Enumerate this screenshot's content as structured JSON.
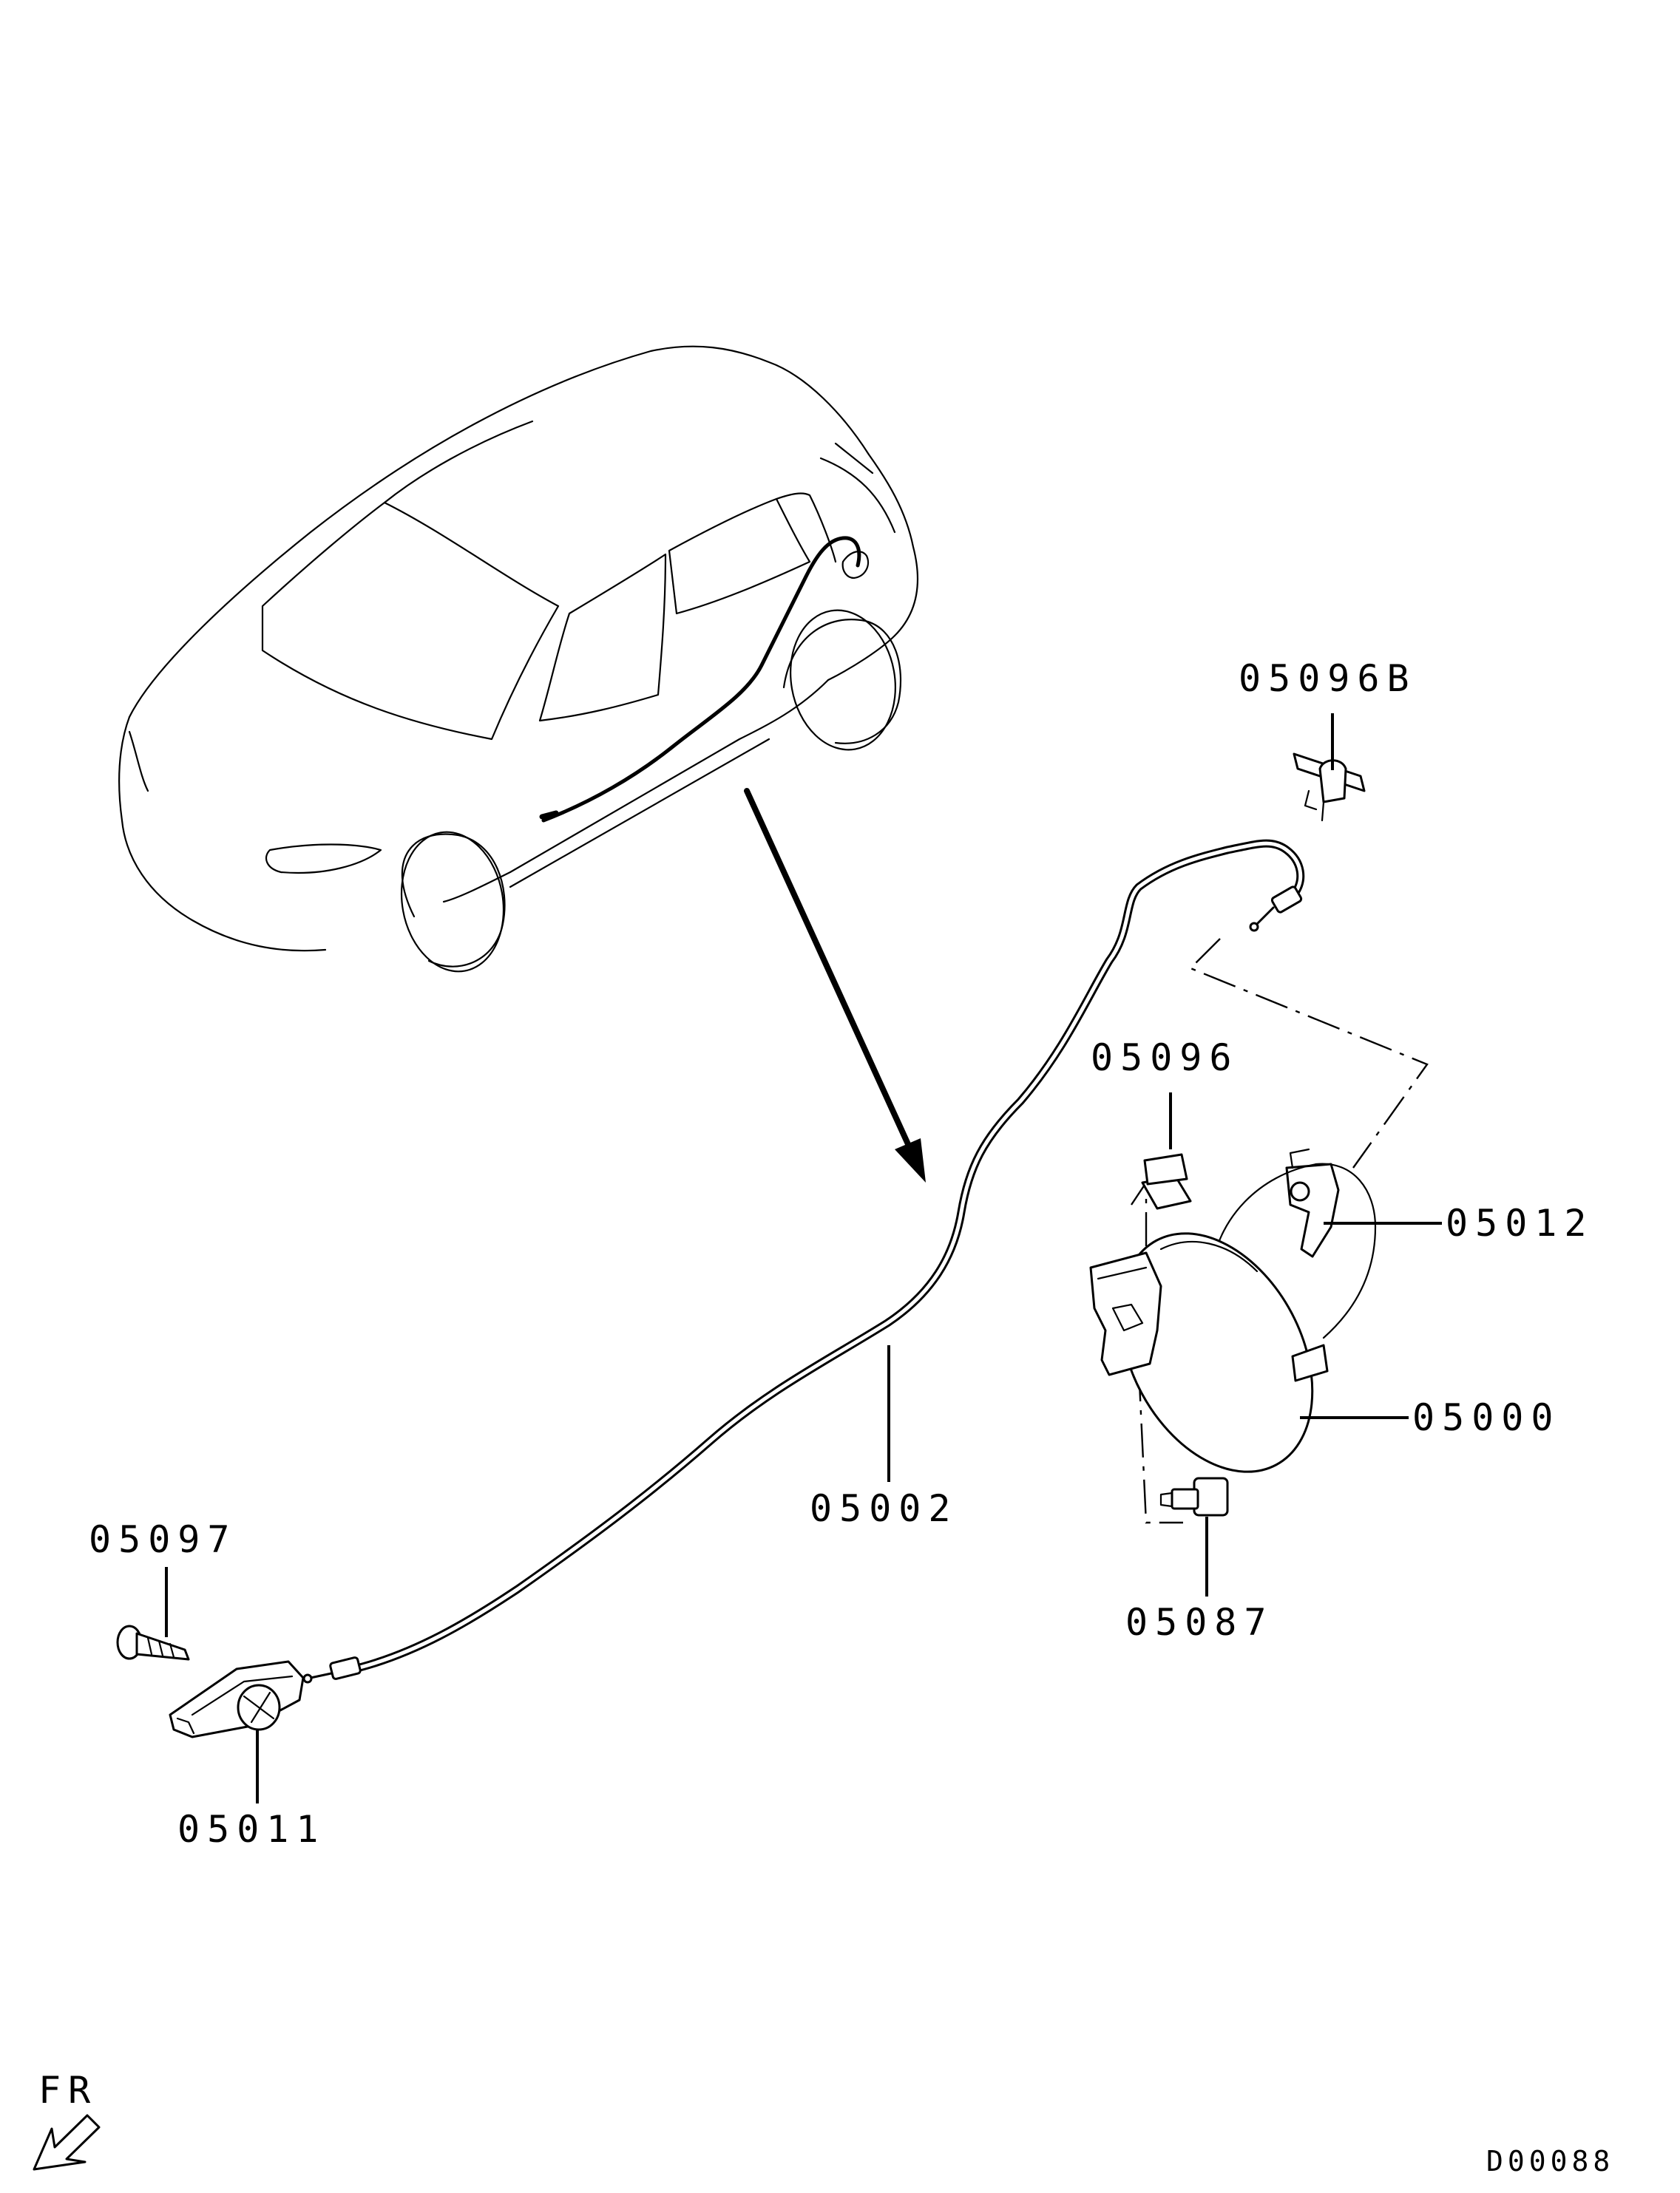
{
  "diagram_id": "D00088",
  "orientation": {
    "label": "FR",
    "icon": "front-direction-arrow-icon"
  },
  "callouts": [
    {
      "id": "05096B",
      "label": "05096B"
    },
    {
      "id": "05096",
      "label": "05096"
    },
    {
      "id": "05012",
      "label": "05012"
    },
    {
      "id": "05000",
      "label": "05000"
    },
    {
      "id": "05002",
      "label": "05002"
    },
    {
      "id": "05087",
      "label": "05087"
    },
    {
      "id": "05097",
      "label": "05097"
    },
    {
      "id": "05011",
      "label": "05011"
    }
  ]
}
